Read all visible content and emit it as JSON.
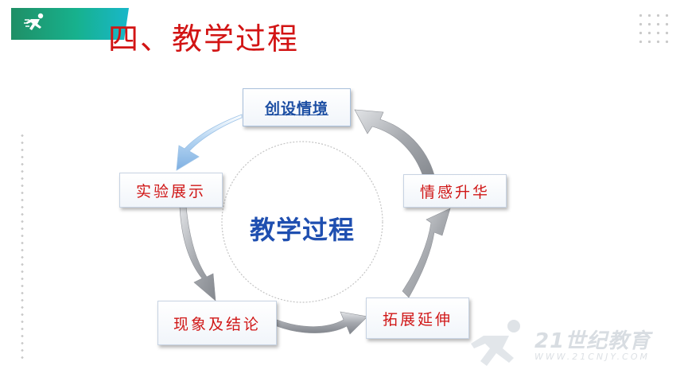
{
  "header": {
    "title": "四、教学过程",
    "logo_icon": "running-person-icon"
  },
  "diagram": {
    "center": "教学过程",
    "nodes": [
      {
        "label": "创设情境"
      },
      {
        "label": "情感升华"
      },
      {
        "label": "拓展延伸"
      },
      {
        "label": "现象及结论"
      },
      {
        "label": "实验展示"
      }
    ]
  },
  "watermark": {
    "brand": "21世纪教育",
    "url": "WWW.21CNJY.COM"
  },
  "colors": {
    "title": "#d21414",
    "node_text": "#d01616",
    "top_node_text": "#1d4fa3",
    "center_text": "#1f4fb0",
    "ribbon_start": "#1f8f66",
    "ribbon_end": "#18b7c9",
    "arrow_blue": "#a9cdee",
    "arrow_gray": "#a4a7ad"
  }
}
